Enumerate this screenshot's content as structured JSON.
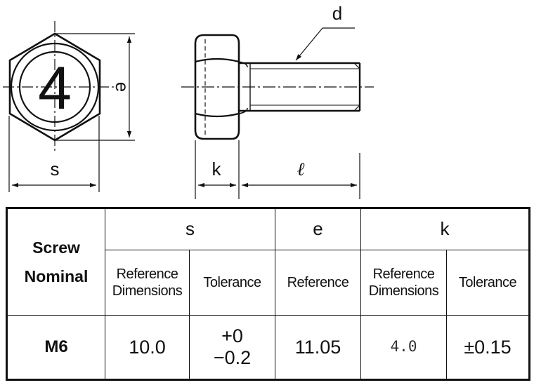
{
  "drawing": {
    "head_number": "4",
    "labels": {
      "s": "s",
      "e": "e",
      "k": "k",
      "l": "ℓ",
      "d": "d"
    }
  },
  "table": {
    "col_screw_nominal": "Screw\nNominal",
    "col_s": "s",
    "col_e": "e",
    "col_k": "k",
    "s_reference": "Reference\nDimensions",
    "s_tolerance": "Tolerance",
    "e_reference": "Reference",
    "k_reference": "Reference\nDimensions",
    "k_tolerance": "Tolerance",
    "rows": [
      {
        "nominal": "M6",
        "s_ref": "10.0",
        "s_tol_upper": "+0",
        "s_tol_lower": "−0.2",
        "e_ref": "11.05",
        "k_ref": "4.0",
        "k_tol": "±0.15"
      }
    ]
  }
}
